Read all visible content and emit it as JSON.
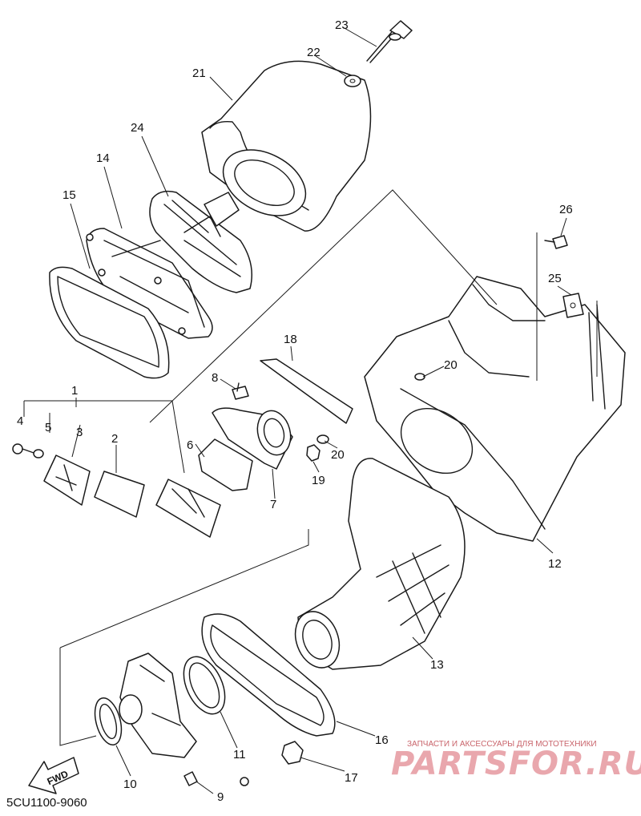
{
  "diagram": {
    "callouts": [
      {
        "id": "1",
        "label": "1"
      },
      {
        "id": "2",
        "label": "2"
      },
      {
        "id": "3",
        "label": "3"
      },
      {
        "id": "4",
        "label": "4"
      },
      {
        "id": "5",
        "label": "5"
      },
      {
        "id": "6",
        "label": "6"
      },
      {
        "id": "7",
        "label": "7"
      },
      {
        "id": "8",
        "label": "8"
      },
      {
        "id": "9",
        "label": "9"
      },
      {
        "id": "10",
        "label": "10"
      },
      {
        "id": "11",
        "label": "11"
      },
      {
        "id": "12",
        "label": "12"
      },
      {
        "id": "13",
        "label": "13"
      },
      {
        "id": "14",
        "label": "14"
      },
      {
        "id": "15",
        "label": "15"
      },
      {
        "id": "16",
        "label": "16"
      },
      {
        "id": "17",
        "label": "17"
      },
      {
        "id": "18",
        "label": "18"
      },
      {
        "id": "19",
        "label": "19"
      },
      {
        "id": "20a",
        "label": "20"
      },
      {
        "id": "20b",
        "label": "20"
      },
      {
        "id": "21",
        "label": "21"
      },
      {
        "id": "22",
        "label": "22"
      },
      {
        "id": "23",
        "label": "23"
      },
      {
        "id": "24",
        "label": "24"
      },
      {
        "id": "25",
        "label": "25"
      },
      {
        "id": "26",
        "label": "26"
      }
    ],
    "fwd_label": "FWD",
    "diagram_code": "5CU1100-9060"
  },
  "watermark": {
    "tagline": "ЗАПЧАСТИ И АКСЕССУАРЫ ДЛЯ МОТОТЕХНИКИ",
    "brand": "PARTSFOR.RU",
    "color": "#e9a7ad"
  }
}
